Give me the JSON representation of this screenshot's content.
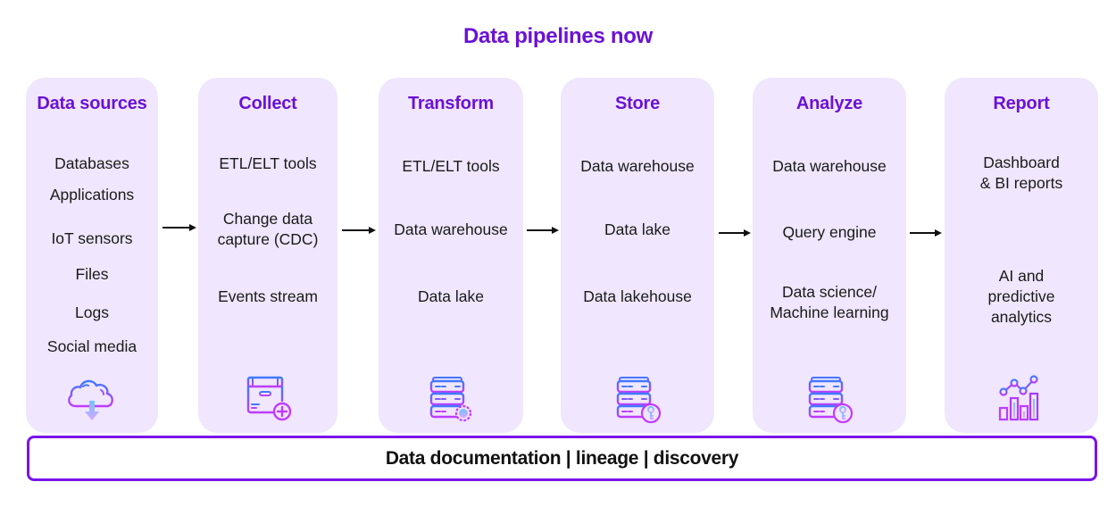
{
  "title": "Data pipelines now",
  "colors": {
    "accent": "#6a12d6",
    "stage_bg": "#f0e6fd",
    "footer_border": "#7a14ea",
    "icon_gradient_top": "#3d7bff",
    "icon_gradient_bottom": "#c13bff"
  },
  "stages": [
    {
      "title": "Data sources",
      "icon": "cloud-download-icon",
      "items": [
        "Databases",
        "Applications",
        "IoT sensors",
        "Files",
        "Logs",
        "Social media"
      ]
    },
    {
      "title": "Collect",
      "icon": "box-add-icon",
      "items": [
        "ETL/ELT tools",
        "Change data\ncapture (CDC)",
        "Events stream"
      ]
    },
    {
      "title": "Transform",
      "icon": "server-gear-icon",
      "items": [
        "ETL/ELT tools",
        "Data warehouse",
        "Data lake"
      ]
    },
    {
      "title": "Store",
      "icon": "server-key-icon",
      "items": [
        "Data warehouse",
        "Data lake",
        "Data lakehouse"
      ]
    },
    {
      "title": "Analyze",
      "icon": "server-key-icon",
      "items": [
        "Data warehouse",
        "Query engine",
        "Data science/\nMachine learning"
      ]
    },
    {
      "title": "Report",
      "icon": "analytics-chart-icon",
      "items": [
        "Dashboard\n& BI reports",
        "AI and\npredictive\nanalytics"
      ]
    }
  ],
  "arrows": [
    "sources-to-collect",
    "collect-to-transform",
    "transform-to-store",
    "store-to-analyze",
    "analyze-to-report"
  ],
  "footer": {
    "label": "Data documentation | lineage | discovery"
  }
}
